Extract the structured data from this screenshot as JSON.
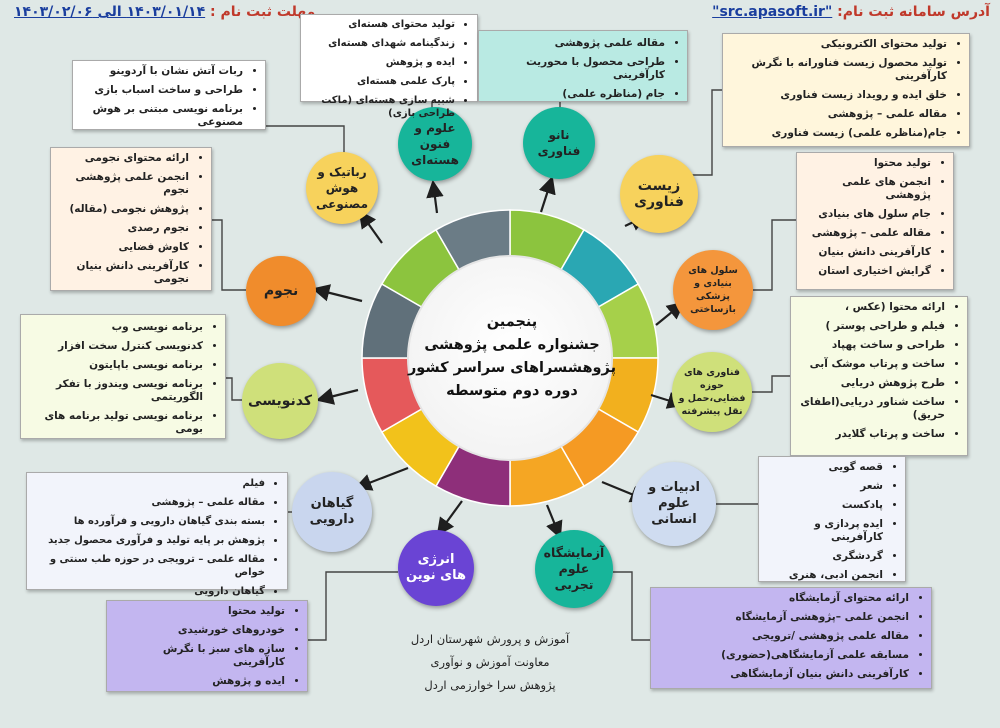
{
  "header": {
    "address_label": "آدرس سامانه ثبت نام:",
    "address_url": "\"src.apasoft.ir\"",
    "deadline_label": "مهلت ثبت نام :",
    "deadline_range": "۱۴۰۳/۰۱/۱۴ الی ۱۴۰۳/۰۲/۰۶"
  },
  "center": {
    "line1": "پنجمین",
    "line2": "جشنواره علمی پژوهشی",
    "line3": "پژوهشسراهای سراسر کشور",
    "line4": "دوره دوم متوسطه"
  },
  "bubbles": {
    "robotics": "رباتیک و هوش مصنوعی",
    "nuclear": "علوم و فنون هسته‌ای",
    "nano": "نانو فناوری",
    "bio": "زیست فناوری",
    "stem_cells": "سلول های بنیادی و پزشکی بازساختی",
    "astronomy": "نجوم",
    "coding": "کدنویسی",
    "space": "فناوری های حوزه فضایی،حمل و نقل پیشرفته",
    "herbs": "گیاهان دارویی",
    "literature": "ادبیات و علوم انسانی",
    "energy": "انرژی های نوین",
    "lab": "آزمایشگاه علوم تجربی"
  },
  "lists": {
    "nuclear": [
      "تولید محتوای هسته‌ای",
      "زندگینامه شهدای هسته‌ای",
      "ایده و پژوهش",
      "پارک علمی هسته‌ای",
      "شبیه سازی هسته‌ای (ماکت طراحی بازی)"
    ],
    "nano": [
      "مقاله علمی پژوهشی",
      "طراحی محصول با محوریت کارآفرینی",
      "جام (مناظره علمی)"
    ],
    "bio": [
      "تولید محتوای الکترونیکی",
      "تولید محصول زیست فناورانه با نگرش کارآفرینی",
      "خلق ایده و رویداد زیست فناوری",
      "مقاله علمی – پژوهشی",
      "جام(مناظره علمی) زیست فناوری"
    ],
    "robotics": [
      "ربات آتش نشان با آردوینو",
      "طراحی و ساخت اسباب بازی",
      "برنامه نویسی مبتنی بر هوش مصنوعی"
    ],
    "astronomy": [
      "ارائه محتوای نجومی",
      "انجمن علمی پژوهشی نجوم",
      "پژوهش نجومی (مقاله)",
      "نجوم رصدی",
      "کاوش فضایی",
      "کارآفرینی دانش بنیان نجومی"
    ],
    "stem_cells": [
      "تولید محتوا",
      "انجمن های علمی پژوهشی",
      "جام سلول های بنیادی",
      "مقاله علمی – پژوهشی",
      "کارآفرینی دانش بنیان",
      "گرایش اختیاری استان"
    ],
    "coding": [
      "برنامه نویسی وب",
      "کدنویسی کنترل سخت افزار",
      "برنامه نویسی باپایتون",
      "برنامه نویسی ویندوز با تفکر الگوریتمی",
      "برنامه نویسی تولید برنامه های بومی"
    ],
    "space": [
      "ارائه محتوا (عکس ،",
      "فیلم و طراحی پوستر )",
      "طراحی و ساخت پهپاد",
      "ساخت و پرتاب موشک آبی",
      "طرح پژوهش دریایی",
      "ساخت شناور دریایی(اطفای حریق)",
      "ساخت و پرتاب گلایدر"
    ],
    "herbs": [
      "فیلم",
      "مقاله علمی – پژوهشی",
      "بسته بندی گیاهان دارویی و فرآورده ها",
      "پژوهش بر پایه تولید و فرآوری محصول جدید",
      "مقاله علمی – ترویجی در حوزه طب سنتی و خواص",
      "گیاهان دارویی"
    ],
    "literature": [
      "قصه گویی",
      "شعر",
      "پادکست",
      "ایده پردازی و کارآفرینی",
      "گردشگری",
      "انجمن ادبی، هنری"
    ],
    "energy": [
      "تولید محتوا",
      "خودروهای خورشیدی",
      "سازه های سبز با نگرش کارآفرینی",
      "ایده و پژوهش"
    ],
    "lab": [
      "ارائه محتوای آزمایشگاه",
      "انجمن علمی –پژوهشی آزمایشگاه",
      "مقاله علمی پژوهشی /ترویجی",
      "مسابقه علمی آزمایشگاهی(حضوری)",
      "کارآفرینی دانش بنیان آزمایشگاهی"
    ]
  },
  "footer": {
    "line1": "آموزش و پرورش شهرستان اردل",
    "line2": "معاونت آموزش و نوآوری",
    "line3": "پژوهش سرا خوارزمی اردل"
  },
  "colors": {
    "background": "#dfe8e6",
    "header_red": "#c0392b",
    "header_blue": "#1a3e9e",
    "arrow": "#1f1f1f"
  }
}
